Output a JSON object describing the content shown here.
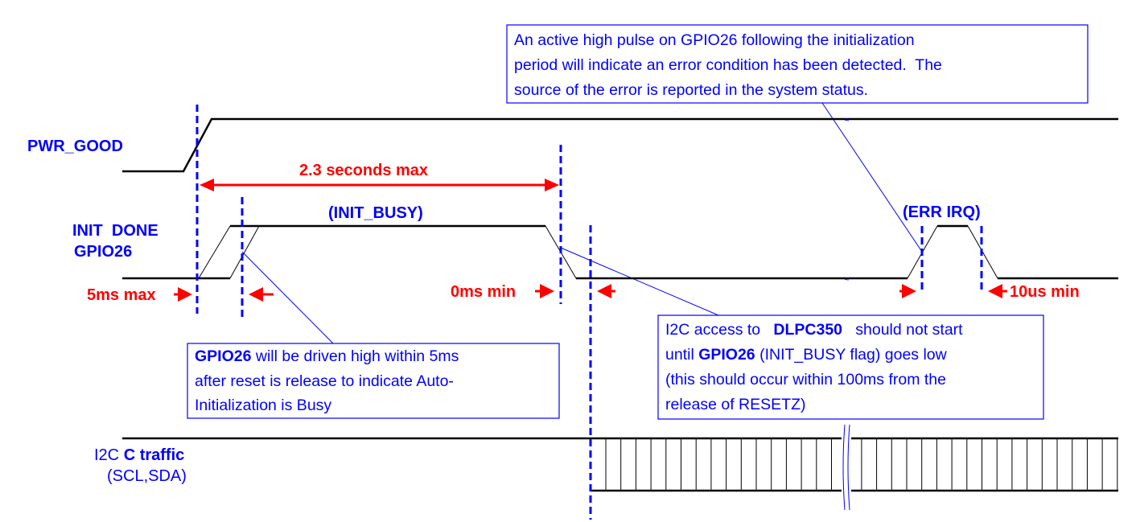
{
  "signals": {
    "pwr_good": "PWR_GOOD",
    "init_done": "INIT  DONE",
    "gpio26": "GPIO26",
    "i2c_prefix": "I2C ",
    "i2c_bold": "C traffic",
    "i2c_sub": "(SCL,SDA)"
  },
  "state_labels": {
    "init_busy": "(INIT_BUSY)",
    "err_irq": "(ERR IRQ)"
  },
  "timings": {
    "total": "2.3 seconds max",
    "reset_to_busy": "5ms max",
    "busy_low": "0ms min",
    "pulse_width": "10us min"
  },
  "notes": {
    "error": {
      "line1": "An active high pulse on GPIO26 following the initialization",
      "line2": "period will indicate an error condition has been detected.  The",
      "line3": "source of the error is reported in the system status."
    },
    "gpio": {
      "bold1": "GPIO26",
      "line1": " will be driven high within 5ms",
      "line2": "after reset is release to indicate Auto-",
      "line3": "Initialization is Busy"
    },
    "i2c": {
      "l1a": "I2C access to   ",
      "l1b": "DLPC350",
      "l1c": "   should not start",
      "l2a": "until ",
      "l2b": "GPIO26",
      "l2c": " (INIT_BUSY flag) goes low",
      "line3": "(this should occur within 100ms from the",
      "line4": "release of RESETZ)"
    }
  },
  "colors": {
    "signal_label": "#0000ff",
    "timing": "#ff0000",
    "trace": "#000000"
  }
}
